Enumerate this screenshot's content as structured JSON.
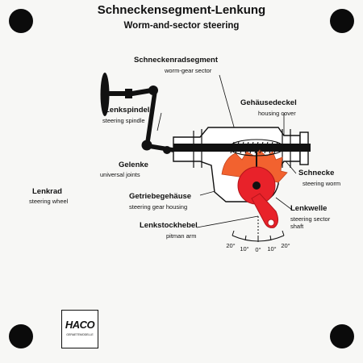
{
  "title_de": "Schneckensegment-Lenkung",
  "title_en": "Worm-and-sector steering",
  "labels": {
    "worm_gear_sector": {
      "de": "Schneckenradsegment",
      "en": "worm-gear sector"
    },
    "housing_cover": {
      "de": "Gehäusedeckel",
      "en": "housing cover"
    },
    "steering_spindle": {
      "de": "Lenkspindel",
      "en": "steering spindle"
    },
    "universal_joints": {
      "de": "Gelenke",
      "en": "universal joints"
    },
    "steering_worm": {
      "de": "Schnecke",
      "en": "steering worm"
    },
    "steering_wheel": {
      "de": "Lenkrad",
      "en": "steering wheel"
    },
    "gear_housing": {
      "de": "Getriebegehäuse",
      "en": "steering gear housing"
    },
    "sector_shaft": {
      "de": "Lenkwelle",
      "en": "steering sector shaft"
    },
    "pitman_arm": {
      "de": "Lenkstockhebel",
      "en": "pitman arm"
    }
  },
  "scale": {
    "ticks": [
      "20°",
      "10°",
      "0°",
      "10°",
      "20°"
    ]
  },
  "logo": {
    "brand": "HACO",
    "sub": "GERAETEMODELLE"
  },
  "colors": {
    "sector": "#f2622f",
    "shaft": "#e8222a",
    "outline": "#111111",
    "background": "#f7f7f5"
  }
}
